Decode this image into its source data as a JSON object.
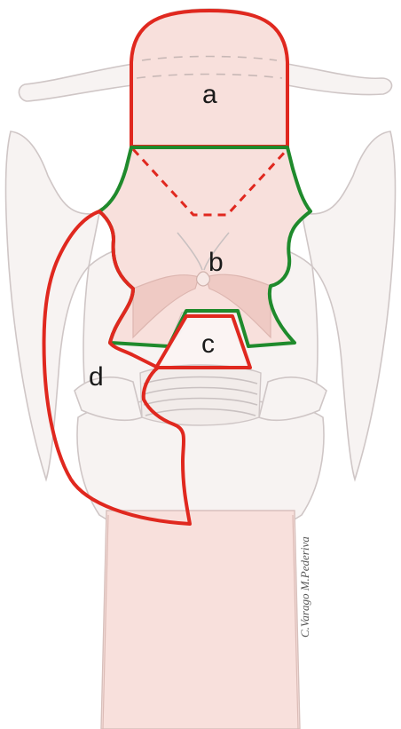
{
  "figure": {
    "labels": {
      "a": "a",
      "b": "b",
      "c": "c",
      "d": "d"
    },
    "credit": "C.Varago  M.Pederiva"
  },
  "colors": {
    "red_outline": "#e0281f",
    "green_outline": "#1f8a2c",
    "tissue_pink": "#f8e0dc",
    "cartilage_gray": "#f7f3f2"
  }
}
